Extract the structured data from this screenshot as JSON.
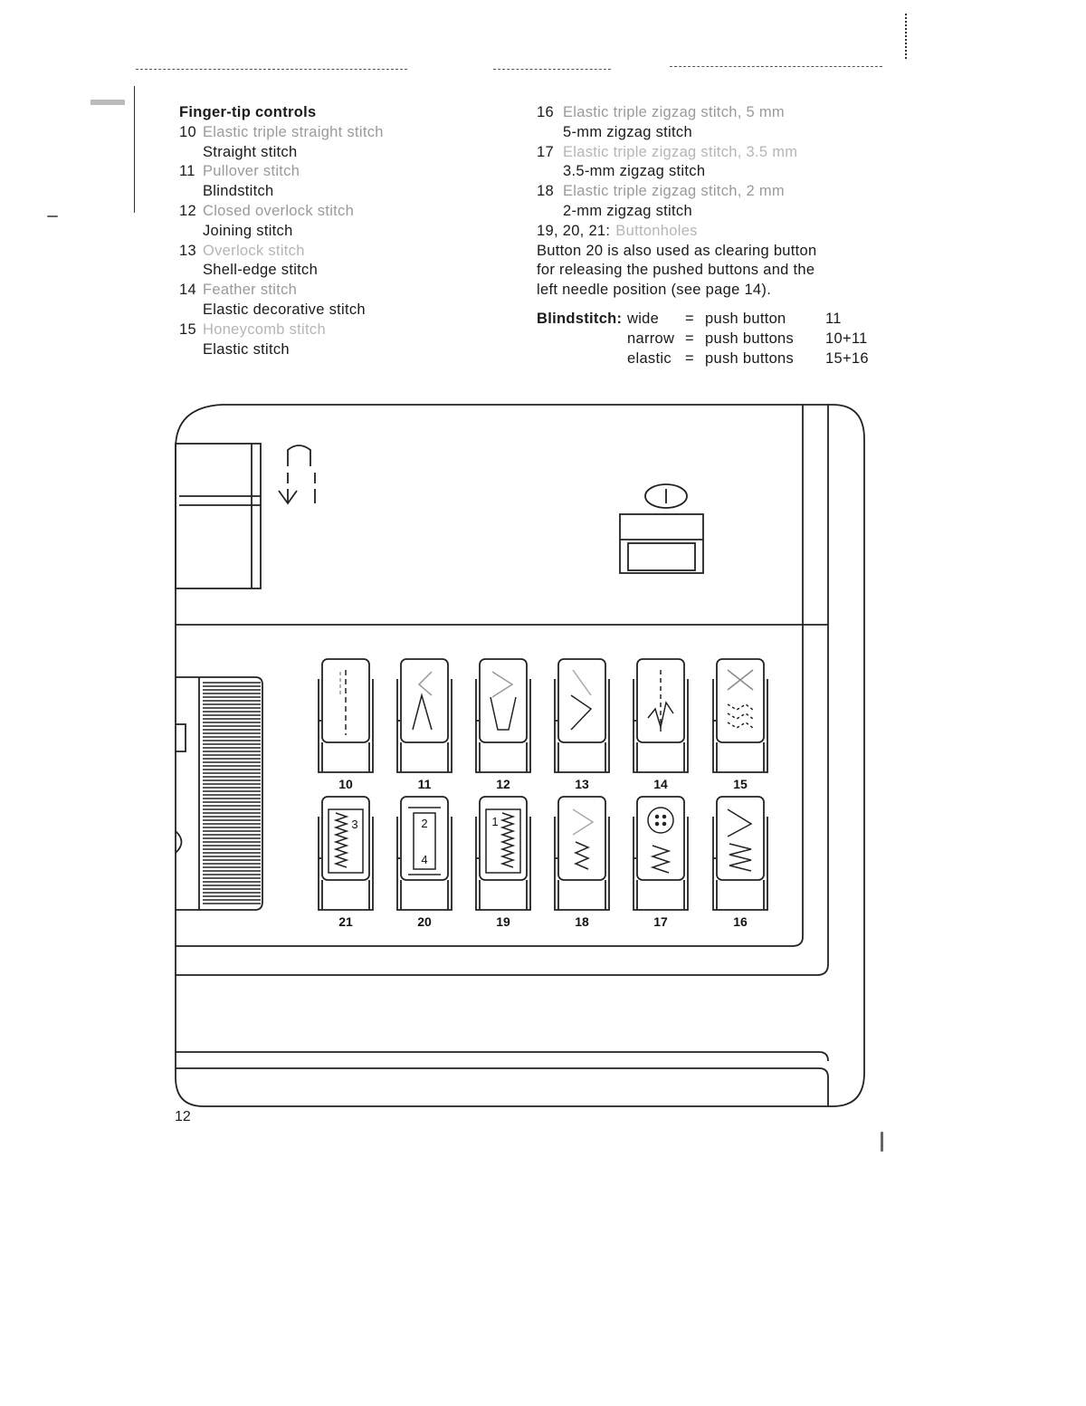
{
  "left_column": {
    "heading": "Finger-tip controls",
    "entries": [
      {
        "number": "10",
        "name": "Elastic triple straight stitch",
        "alt": "Straight stitch"
      },
      {
        "number": "11",
        "name": "Pullover stitch",
        "alt": "Blindstitch"
      },
      {
        "number": "12",
        "name": "Closed overlock stitch",
        "alt": "Joining stitch"
      },
      {
        "number": "13",
        "name": "Overlock stitch",
        "alt": "Shell-edge stitch"
      },
      {
        "number": "14",
        "name": "Feather stitch",
        "alt": "Elastic decorative stitch"
      },
      {
        "number": "15",
        "name": "Honeycomb stitch",
        "alt": "Elastic stitch"
      }
    ]
  },
  "right_column": {
    "entries": [
      {
        "number": "16",
        "name": "Elastic triple zigzag stitch, 5 mm",
        "alt": "5-mm zigzag stitch"
      },
      {
        "number": "17",
        "name": "Elastic triple zigzag stitch, 3.5 mm",
        "alt": "3.5-mm zigzag stitch"
      },
      {
        "number": "18",
        "name": "Elastic triple zigzag stitch, 2 mm",
        "alt": "2-mm zigzag stitch"
      }
    ],
    "buttonholes_label": "19, 20, 21:",
    "buttonholes_text": "Buttonholes",
    "note_lines": [
      "Button 20 is also used as clearing button",
      "for releasing the pushed buttons and the",
      "left needle position (see page 14)."
    ]
  },
  "blindstitch": {
    "heading": "Blindstitch:",
    "rows": [
      {
        "kind": "wide",
        "eq": "=",
        "action": "push button",
        "buttons": "11"
      },
      {
        "kind": "narrow",
        "eq": "=",
        "action": "push buttons",
        "buttons": "10+11"
      },
      {
        "kind": "elastic",
        "eq": "=",
        "action": "push buttons",
        "buttons": "15+16"
      }
    ]
  },
  "panel": {
    "top_row_numbers": [
      "10",
      "11",
      "12",
      "13",
      "14",
      "15"
    ],
    "bottom_row_numbers": [
      "21",
      "20",
      "19",
      "18",
      "17",
      "16"
    ],
    "bottom_row_marks": {
      "21": "3",
      "20_top": "2",
      "20_bottom": "4",
      "19": "1"
    }
  },
  "page_number": "12"
}
